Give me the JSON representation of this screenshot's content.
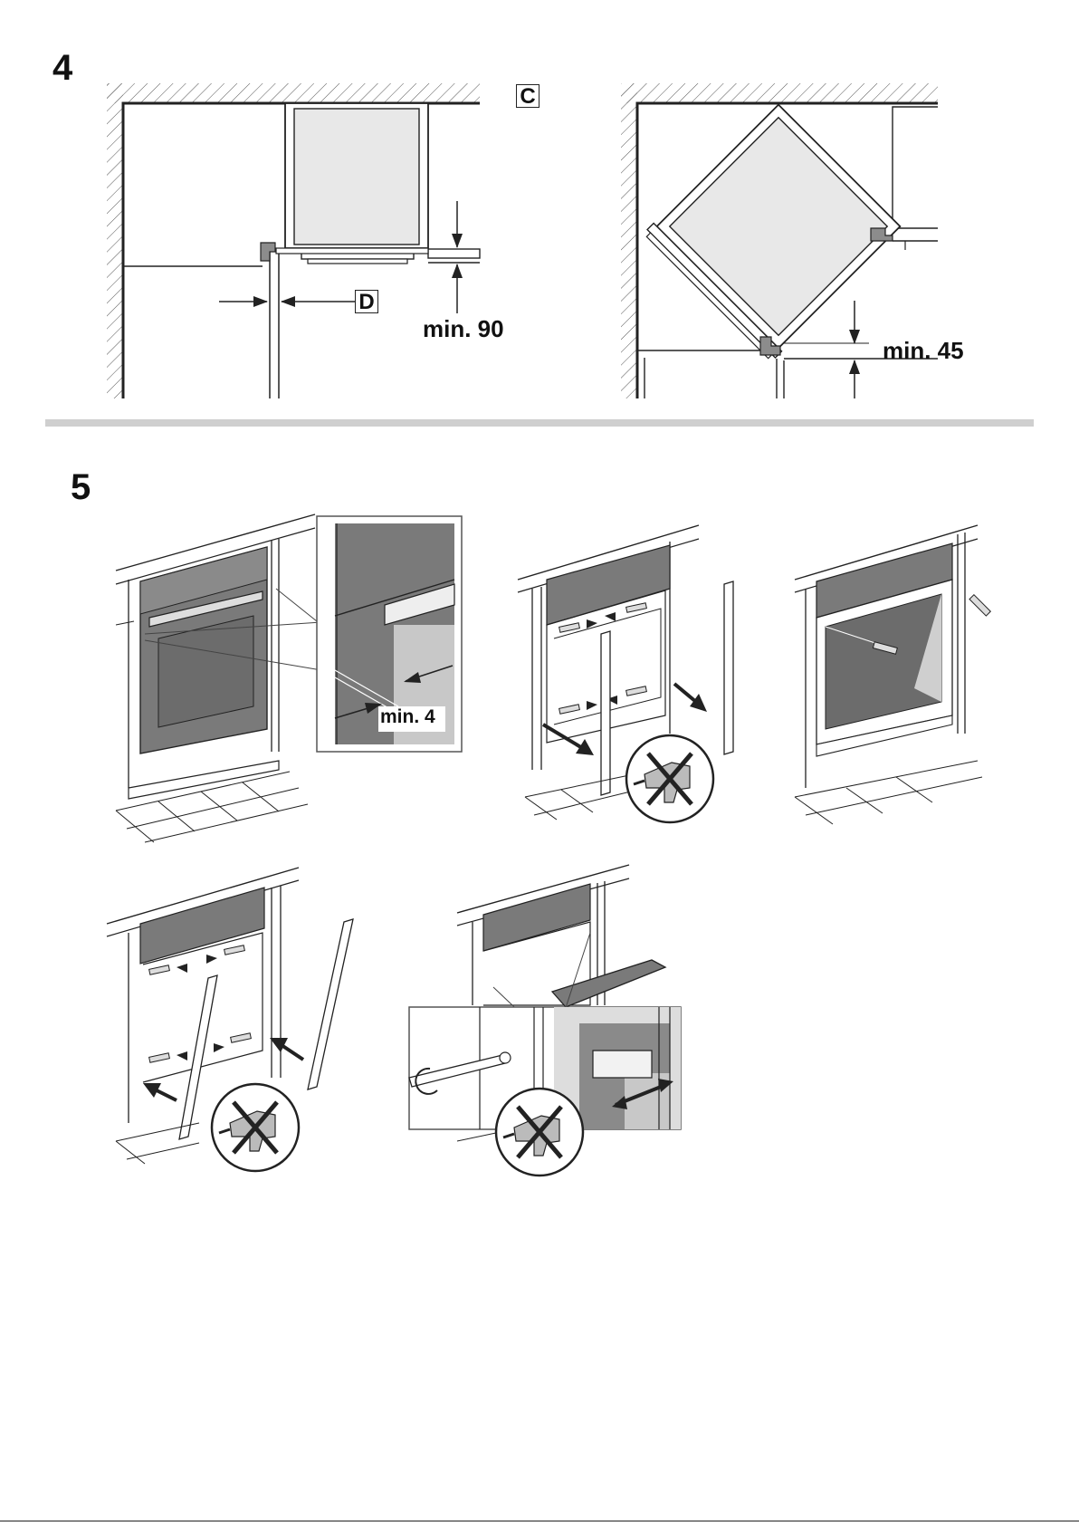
{
  "step4": {
    "number": "4",
    "callout_c": "C",
    "callout_d": "D",
    "gap_left": "min. 90",
    "gap_right": "min. 45"
  },
  "step5": {
    "number": "5",
    "gap_detail": "min. 4"
  },
  "colors": {
    "line": "#222222",
    "appliance_fill": "#e8e8e8",
    "dark_panel": "#7a7a7a",
    "mid_panel": "#9a9a9a",
    "light_panel": "#cfcfcf",
    "divider": "#cfcfcf"
  },
  "icons": [
    "no-power-drill-icon"
  ]
}
